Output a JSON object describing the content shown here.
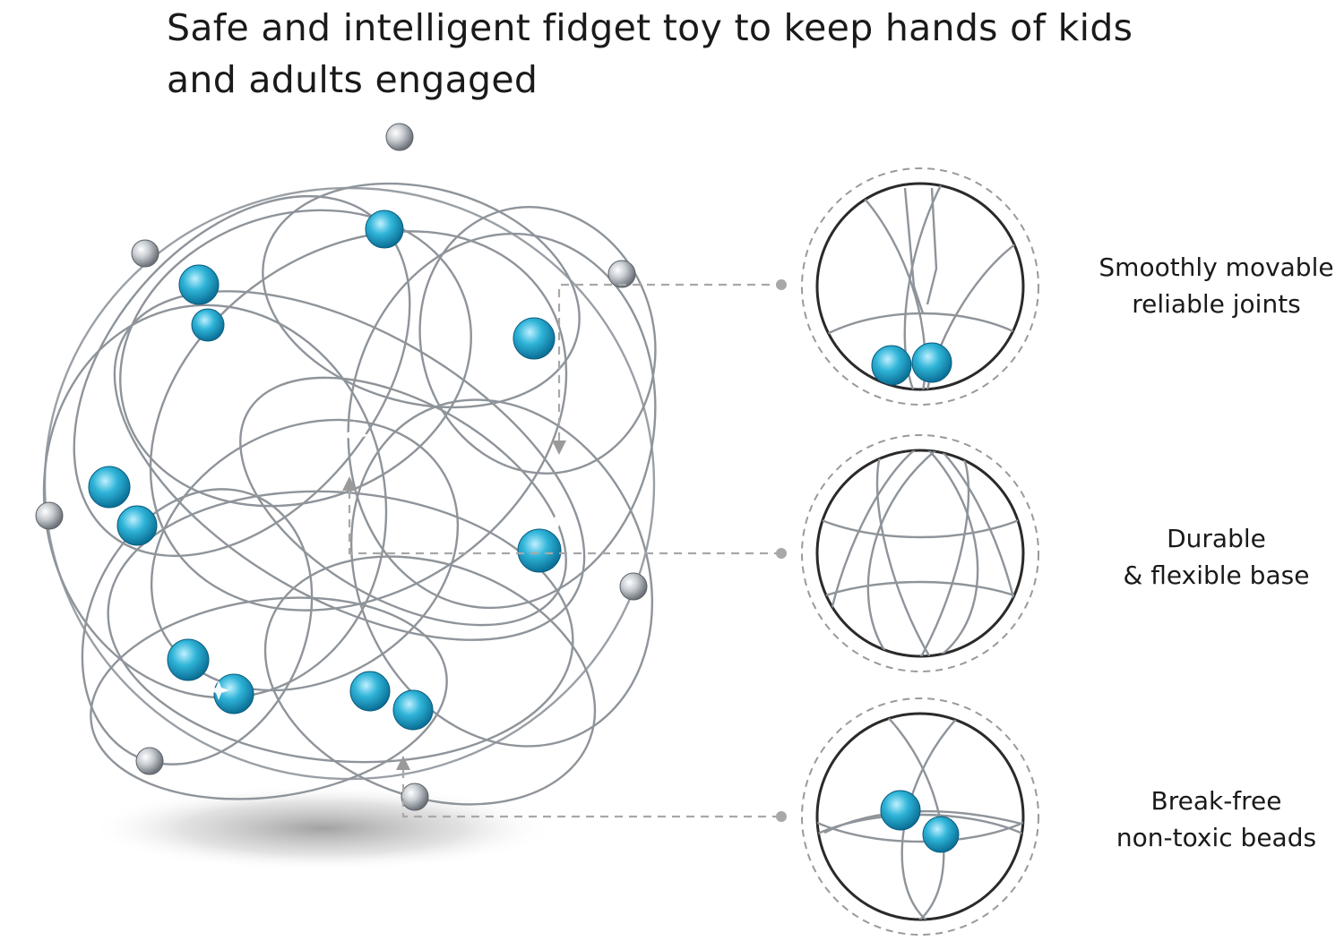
{
  "headline": {
    "line1": "Safe and intelligent fidget toy to keep hands of kids",
    "line2": "and adults engaged"
  },
  "features": [
    {
      "line1": "Smoothly movable",
      "line2": "reliable joints",
      "icon": "joint-closeup-icon"
    },
    {
      "line1": "Durable",
      "line2": "& flexible base",
      "icon": "base-closeup-icon"
    },
    {
      "line1": "Break-free",
      "line2": "non-toxic beads",
      "icon": "beads-closeup-icon"
    }
  ],
  "colors": {
    "wire": "#8e949a",
    "bead": "#2fb4d8",
    "silver_ball": "#c9ced3",
    "dashed_line": "#a8a8a8",
    "text": "#1a1a1a"
  }
}
